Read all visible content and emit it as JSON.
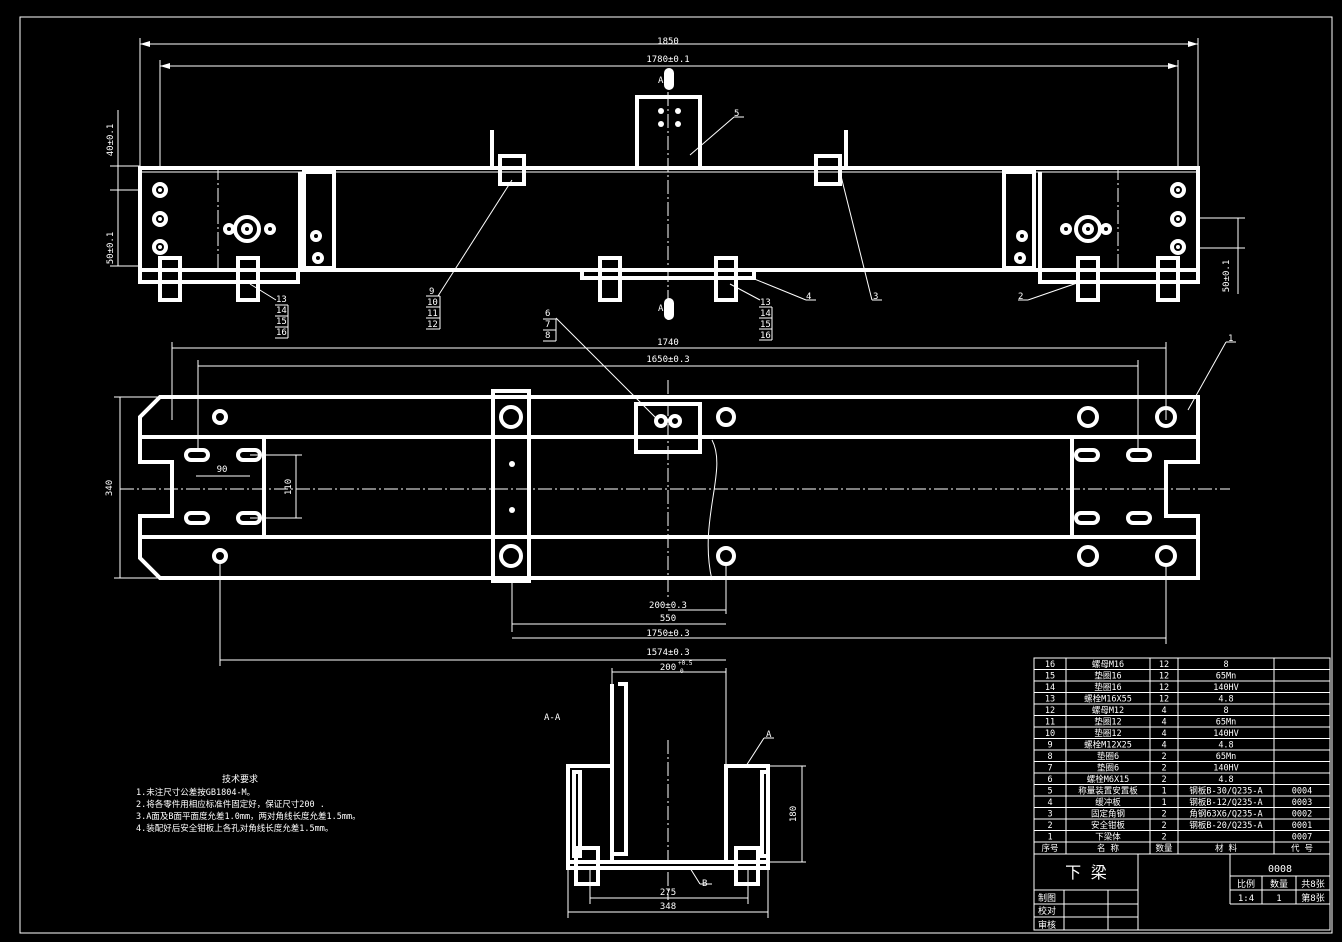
{
  "top_view": {
    "dim_overall": "1850",
    "dim_holes": "1780±0.1",
    "dim_left_1": "40±0.1",
    "dim_left_2": "50±0.1",
    "dim_right": "50±0.1",
    "section_mark": "A",
    "callouts": {
      "c5": "5",
      "c3": "3",
      "c2": "2",
      "c4": "4",
      "c9": "9",
      "c10": "10",
      "c11": "11",
      "c12": "12"
    },
    "left_stack": [
      "13",
      "14",
      "15",
      "16"
    ],
    "right_stack": [
      "13",
      "14",
      "15",
      "16"
    ]
  },
  "plan_view": {
    "dim_1740": "1740",
    "dim_1650": "1650±0.3",
    "dim_340": "340",
    "dim_90": "90",
    "dim_110": "110",
    "dim_200": "200±0.3",
    "dim_550": "550",
    "dim_1750": "1750±0.3",
    "dim_1574": "1574±0.3",
    "callout_1": "1",
    "stack_678": [
      "6",
      "7",
      "8"
    ]
  },
  "section_view": {
    "title": "A-A",
    "dim_200": "200",
    "tol_upper": "+0.5",
    "tol_lower": "0",
    "dim_180": "180",
    "dim_275": "275",
    "dim_348": "348",
    "mark_a": "A",
    "mark_b": "B"
  },
  "tech_notes": {
    "heading": "技术要求",
    "lines": [
      "1.未注尺寸公差按GB1804-M。",
      "2.将各零件用相应标准件固定好，保证尺寸200  .",
      "3.A面及B面平面度允差1.0mm，两对角线长度允差1.5mm。",
      "4.装配好后安全钳板上各孔对角线长度允差1.5mm。"
    ]
  },
  "bom": {
    "rows": [
      {
        "no": "16",
        "name": "螺母M16",
        "qty": "12",
        "mat": "8",
        "code": ""
      },
      {
        "no": "15",
        "name": "垫圈16",
        "qty": "12",
        "mat": "65Mn",
        "code": ""
      },
      {
        "no": "14",
        "name": "垫圈16",
        "qty": "12",
        "mat": "140HV",
        "code": ""
      },
      {
        "no": "13",
        "name": "螺栓M16X55",
        "qty": "12",
        "mat": "4.8",
        "code": ""
      },
      {
        "no": "12",
        "name": "螺母M12",
        "qty": "4",
        "mat": "8",
        "code": ""
      },
      {
        "no": "11",
        "name": "垫圈12",
        "qty": "4",
        "mat": "65Mn",
        "code": ""
      },
      {
        "no": "10",
        "name": "垫圈12",
        "qty": "4",
        "mat": "140HV",
        "code": ""
      },
      {
        "no": "9",
        "name": "螺栓M12X25",
        "qty": "4",
        "mat": "4.8",
        "code": ""
      },
      {
        "no": "8",
        "name": "垫圈6",
        "qty": "2",
        "mat": "65Mn",
        "code": ""
      },
      {
        "no": "7",
        "name": "垫圈6",
        "qty": "2",
        "mat": "140HV",
        "code": ""
      },
      {
        "no": "6",
        "name": "螺栓M6X15",
        "qty": "2",
        "mat": "4.8",
        "code": ""
      },
      {
        "no": "5",
        "name": "称量装置安置板",
        "qty": "1",
        "mat": "钢板B-30/Q235-A",
        "code": "0004"
      },
      {
        "no": "4",
        "name": "缓冲板",
        "qty": "1",
        "mat": "钢板B-12/Q235-A",
        "code": "0003"
      },
      {
        "no": "3",
        "name": "固定角钢",
        "qty": "2",
        "mat": "角钢63X6/Q235-A",
        "code": "0002"
      },
      {
        "no": "2",
        "name": "安全钳板",
        "qty": "2",
        "mat": "钢板B-20/Q235-A",
        "code": "0001"
      },
      {
        "no": "1",
        "name": "下梁体",
        "qty": "2",
        "mat": "",
        "code": "0007"
      }
    ],
    "header": {
      "no": "序号",
      "name": "名  称",
      "qty": "数量",
      "mat": "材  料",
      "code": "代  号"
    }
  },
  "title_block": {
    "name": "下  梁",
    "drawing_no": "0008",
    "scale_label": "比例",
    "qty_label": "数量",
    "total_sheets": "共8张",
    "scale": "1:4",
    "qty": "1",
    "sheet_no": "第8张",
    "drawn": "制图",
    "checked": "校对",
    "reviewed": "审核"
  }
}
